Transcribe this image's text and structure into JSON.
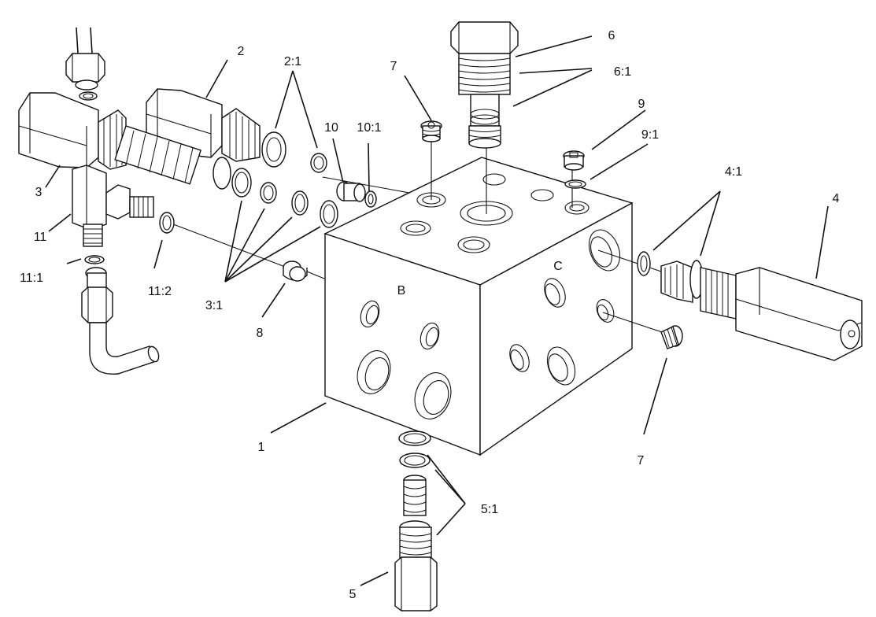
{
  "diagram": {
    "face_labels": [
      "B",
      "C"
    ],
    "callouts": [
      "1",
      "2",
      "2:1",
      "3",
      "3:1",
      "4",
      "4:1",
      "5",
      "5:1",
      "6",
      "6:1",
      "7",
      "7",
      "8",
      "9",
      "9:1",
      "10",
      "10:1",
      "11",
      "11:1",
      "11:2"
    ]
  }
}
